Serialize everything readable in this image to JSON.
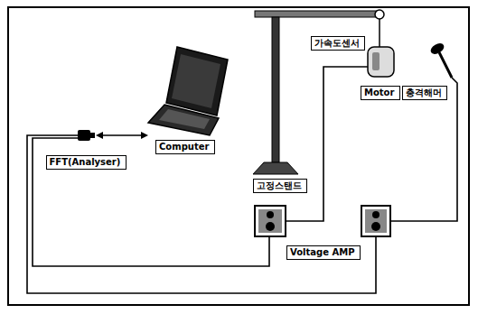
{
  "diagram": {
    "nodes": [
      {
        "text": [
          "FFT(Analyser)"
        ]
      },
      {
        "text": [
          "Computer"
        ]
      },
      {
        "text": [
          "고정스탠드"
        ]
      },
      {
        "text": [
          "가속도센서"
        ]
      },
      {
        "text": [
          "Motor"
        ]
      },
      {
        "text": [
          "충격해머"
        ]
      },
      {
        "text": [
          "Voltage AMP"
        ]
      }
    ]
  }
}
